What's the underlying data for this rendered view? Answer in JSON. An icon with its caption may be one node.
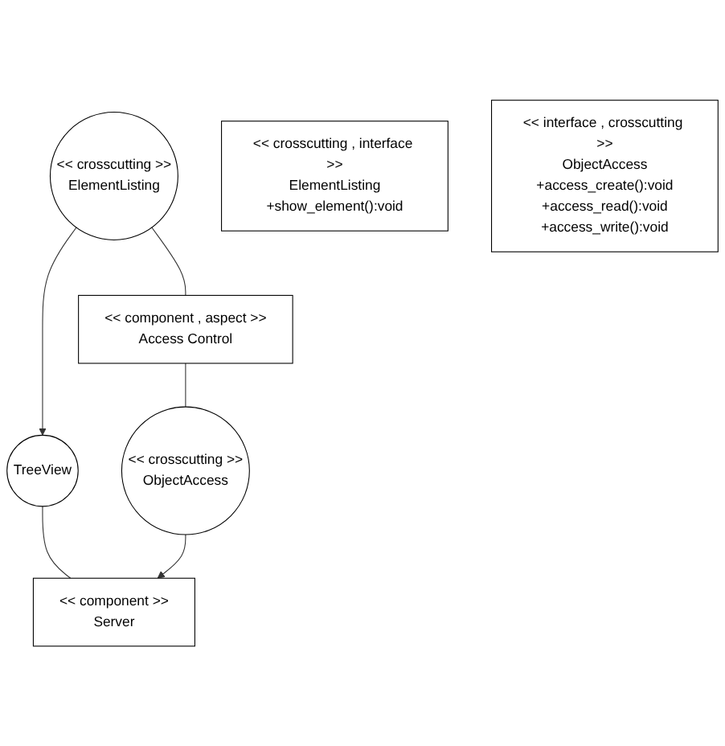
{
  "diagram": {
    "nodes": [
      {
        "text": [
          "<< component >>",
          "Server"
        ]
      },
      {
        "text": [
          "TreeView"
        ]
      },
      {
        "text": [
          "<< crosscutting >>",
          "ElementListing"
        ]
      },
      {
        "text": [
          "<< component , aspect >>",
          "Access Control"
        ]
      },
      {
        "text": [
          "<< crosscutting >>",
          "ObjectAccess"
        ]
      },
      {
        "text": [
          "<< crosscutting , interface >>",
          "ElementListing",
          "+show_element():void"
        ]
      },
      {
        "text": [
          "<< interface , crosscutting >>",
          "ObjectAccess",
          "+access_create():void",
          "+access_read():void",
          "+access_write():void"
        ]
      }
    ],
    "edges": [
      {
        "from": 2,
        "to": 1,
        "arrow": "to"
      },
      {
        "from": 1,
        "to": 0,
        "arrow": "none"
      },
      {
        "from": 2,
        "to": 3,
        "arrow": "none"
      },
      {
        "from": 3,
        "to": 4,
        "arrow": "none"
      },
      {
        "from": 4,
        "to": 0,
        "arrow": "to"
      }
    ]
  }
}
